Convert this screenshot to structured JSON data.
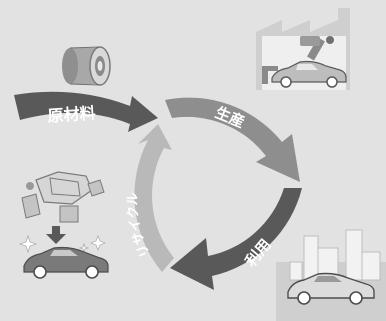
{
  "diagram": {
    "raw_material_label": "原材料",
    "production_label": "生産",
    "use_label": "利用",
    "recycle_label": "リサイクル"
  },
  "colors": {
    "background": "#e2e2e2",
    "arrow_dark": "#595959",
    "arrow_mid": "#8e8e8e",
    "arrow_light": "#b9b9b9",
    "label_text": "#ffffff",
    "panel_bg": "#cfcfcf"
  }
}
